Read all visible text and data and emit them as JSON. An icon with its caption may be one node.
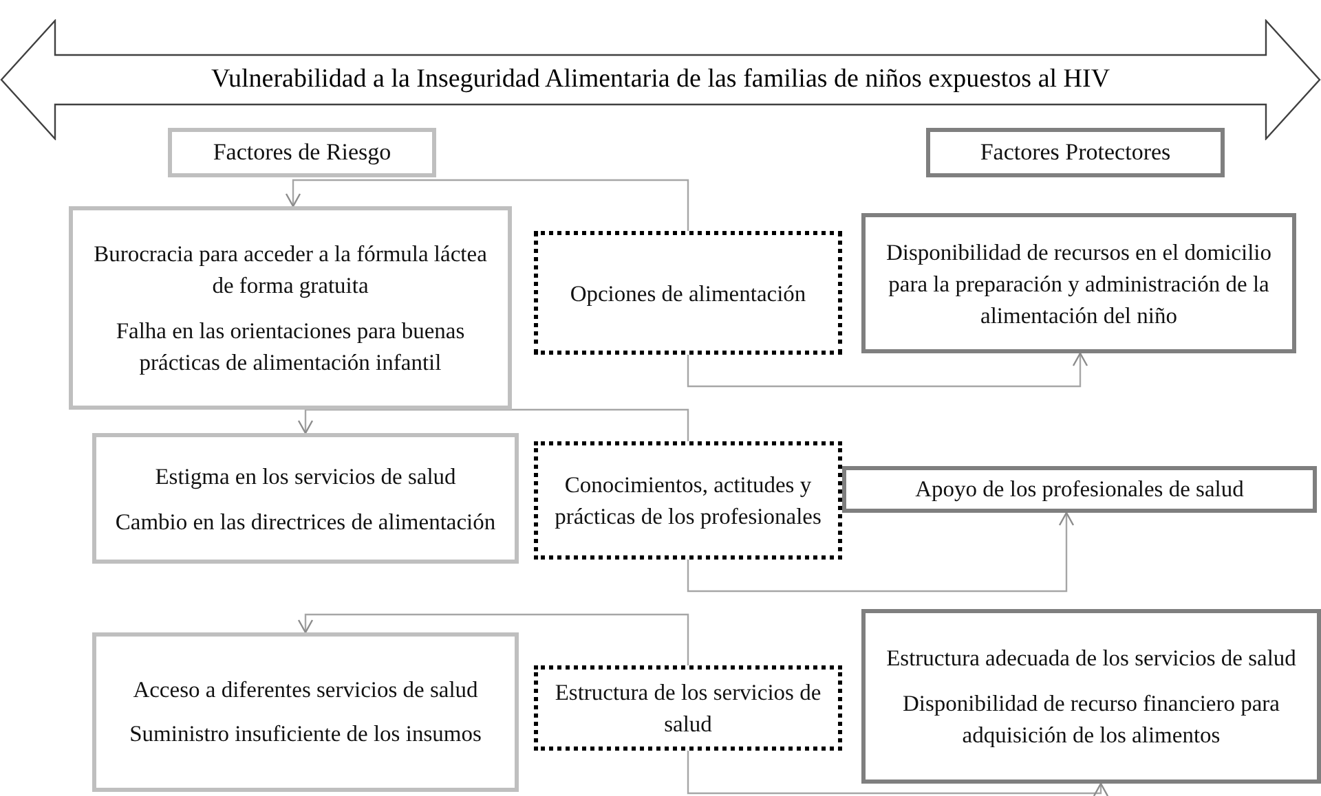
{
  "diagram": {
    "nodes": [
      {
        "text": [
          "Vulnerabilidad a la Inseguridad Alimentaria de las familias de niños expuestos al HIV"
        ]
      },
      {
        "text": [
          "Factores de Riesgo"
        ]
      },
      {
        "text": [
          "Factores Protectores"
        ]
      },
      {
        "text": [
          "Burocracia para acceder a la fórmula láctea de forma gratuita",
          "Falha en las orientaciones para buenas prácticas de alimentación infantil"
        ]
      },
      {
        "text": [
          "Opciones de alimentación"
        ]
      },
      {
        "text": [
          "Disponibilidad de recursos en el domicilio para la preparación y administración de la alimentación del niño"
        ]
      },
      {
        "text": [
          "Estigma en los servicios de salud",
          "Cambio en las directrices de alimentación"
        ]
      },
      {
        "text": [
          "Conocimientos, actitudes y prácticas de los profesionales"
        ]
      },
      {
        "text": [
          "Apoyo de los profesionales de salud"
        ]
      },
      {
        "text": [
          "Acceso a diferentes servicios de salud",
          "Suministro insuficiente de los insumos"
        ]
      },
      {
        "text": [
          "Estructura de los servicios de salud"
        ]
      },
      {
        "text": [
          "Estructura adecuada de los servicios de salud",
          "Disponibilidad de recurso financiero para adquisición de los alimentos"
        ]
      }
    ],
    "edges": [
      {
        "from": 4,
        "to": 3,
        "arrow": "to"
      },
      {
        "from": 4,
        "to": 5,
        "arrow": "to"
      },
      {
        "from": 7,
        "to": 6,
        "arrow": "to"
      },
      {
        "from": 7,
        "to": 8,
        "arrow": "to"
      },
      {
        "from": 10,
        "to": 9,
        "arrow": "to"
      },
      {
        "from": 10,
        "to": 11,
        "arrow": "to"
      }
    ]
  }
}
